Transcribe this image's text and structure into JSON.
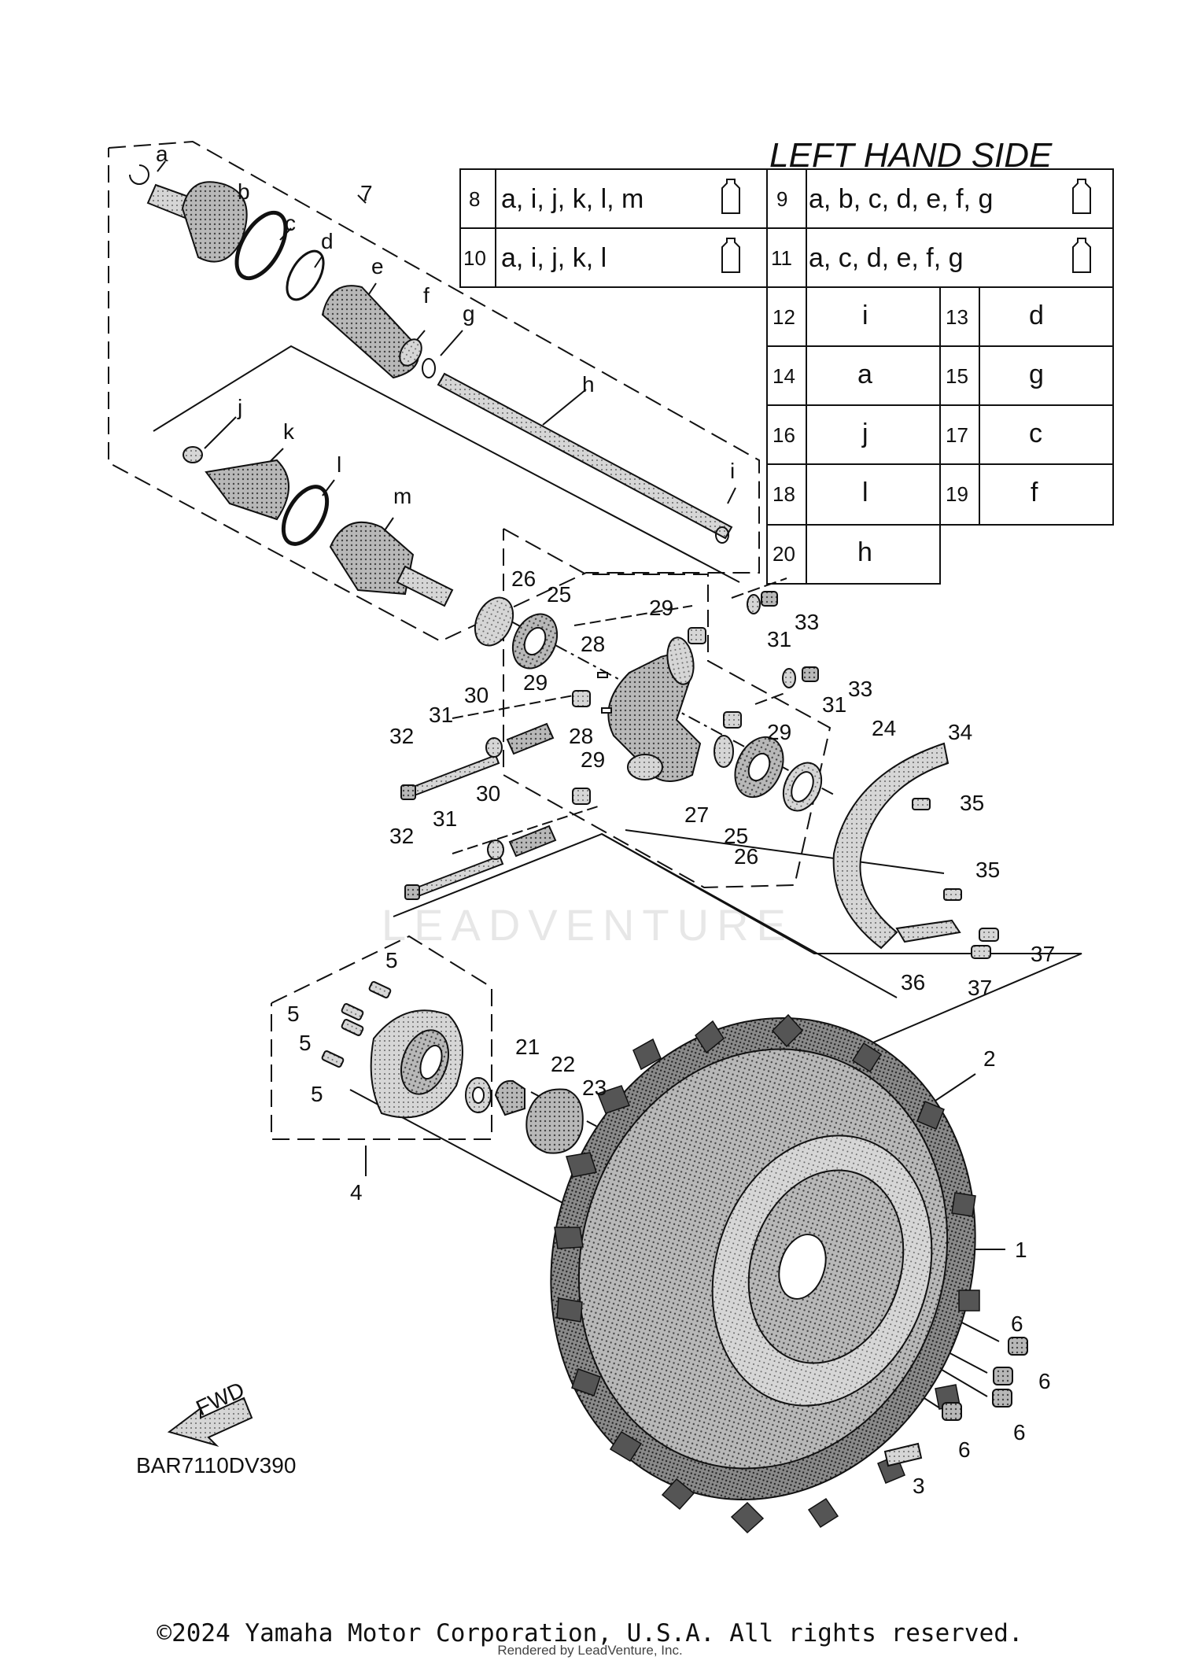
{
  "heading": "LEFT HAND SIDE",
  "diagram_code": "BAR7110DV390",
  "fwd_label": "FWD",
  "watermark": "LEADVENTURE",
  "copyright": "©2024 Yamaha Motor Corporation, U.S.A. All rights reserved.",
  "rendered_by": "Rendered by LeadVenture, Inc.",
  "grease_table": [
    {
      "num": "8",
      "letters": "a, i, j, k, l, m"
    },
    {
      "num": "9",
      "letters": "a, b, c, d, e, f, g"
    },
    {
      "num": "10",
      "letters": "a, i, j, k, l"
    },
    {
      "num": "11",
      "letters": "a, c, d, e, f, g"
    }
  ],
  "map_table": [
    {
      "num": "12",
      "letter": "i"
    },
    {
      "num": "13",
      "letter": "d"
    },
    {
      "num": "14",
      "letter": "a"
    },
    {
      "num": "15",
      "letter": "g"
    },
    {
      "num": "16",
      "letter": "j"
    },
    {
      "num": "17",
      "letter": "c"
    },
    {
      "num": "18",
      "letter": "l"
    },
    {
      "num": "19",
      "letter": "f"
    },
    {
      "num": "20",
      "letter": "h"
    }
  ],
  "callouts": {
    "a": "a",
    "b": "b",
    "c": "c",
    "d": "d",
    "e": "e",
    "f": "f",
    "g": "g",
    "h": "h",
    "i": "i",
    "j": "j",
    "k": "k",
    "l": "l",
    "m": "m",
    "n1": "1",
    "n2": "2",
    "n3": "3",
    "n4": "4",
    "n5": "5",
    "n6": "6",
    "n7": "7",
    "n21": "21",
    "n22": "22",
    "n23": "23",
    "n24": "24",
    "n25": "25",
    "n26": "26",
    "n27": "27",
    "n28": "28",
    "n29": "29",
    "n30": "30",
    "n31": "31",
    "n32": "32",
    "n33": "33",
    "n34": "34",
    "n35": "35",
    "n36": "36",
    "n37": "37"
  }
}
